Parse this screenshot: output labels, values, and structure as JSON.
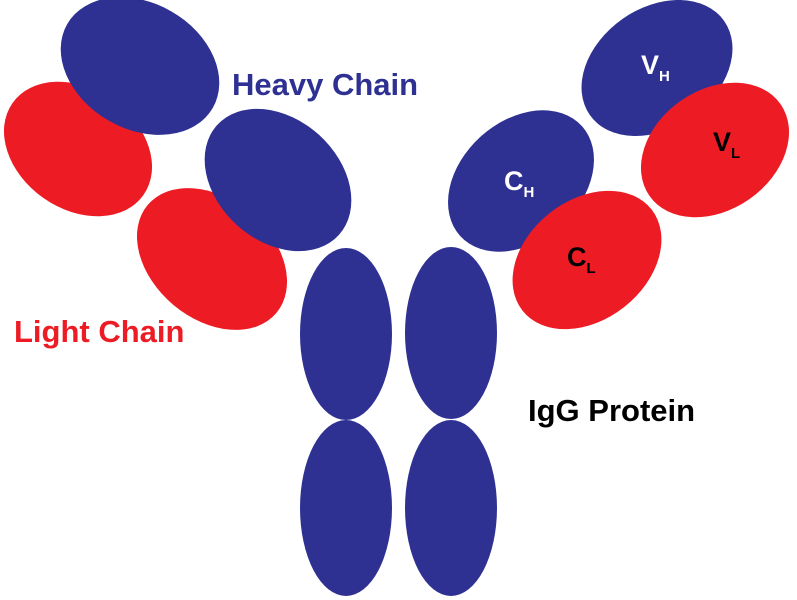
{
  "colors": {
    "heavy": "#2E3192",
    "light": "#ED1C24",
    "background": "#FFFFFF",
    "text_dark": "#000000",
    "text_white": "#FFFFFF"
  },
  "labels": {
    "heavy_chain": "Heavy Chain",
    "light_chain": "Light Chain",
    "protein": "IgG Protein",
    "vh_main": "V",
    "vh_sub": "H",
    "ch_main": "C",
    "ch_sub": "H",
    "vl_main": "V",
    "vl_sub": "L",
    "cl_main": "C",
    "cl_sub": "L"
  }
}
